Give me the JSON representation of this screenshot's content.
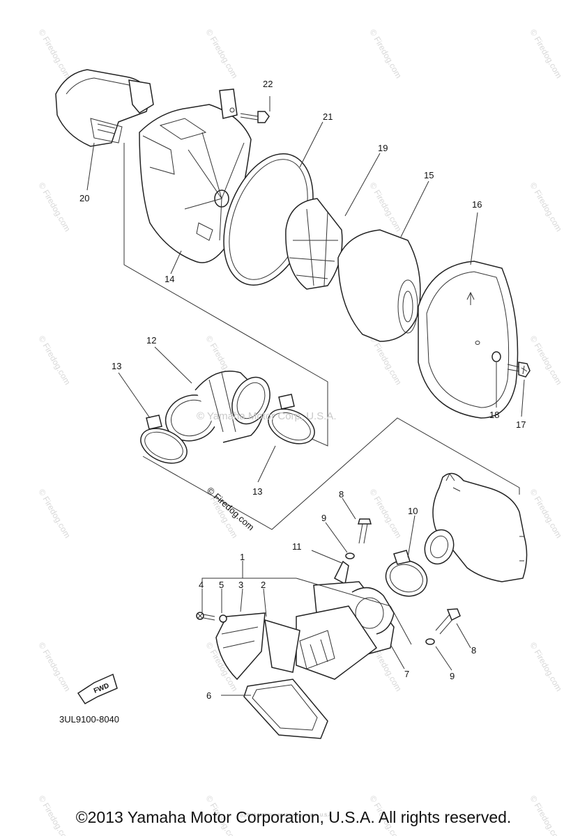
{
  "watermark_text": "© Firedog.com",
  "overlay_copyright": "© Yamaha Motor Corp, U.S.A.",
  "diagram_watermark": "© Firedog.com",
  "diagram_code": "3UL9100-8040",
  "fwd_label": "FWD",
  "tiny_notice": "(c) 2005-2015 Yamaha Motor Corporation, U.S.A.",
  "footer_copyright": "©2013 Yamaha Motor Corporation, U.S.A. All rights reserved.",
  "callouts": {
    "c1": "1",
    "c2": "2",
    "c3": "3",
    "c4": "4",
    "c5": "5",
    "c6": "6",
    "c7": "7",
    "c8a": "8",
    "c8b": "8",
    "c9a": "9",
    "c9b": "9",
    "c10": "10",
    "c11": "11",
    "c12": "12",
    "c13a": "13",
    "c13b": "13",
    "c14": "14",
    "c15": "15",
    "c16": "16",
    "c17": "17",
    "c18": "18",
    "c19": "19",
    "c20": "20",
    "c21": "21",
    "c22": "22"
  }
}
